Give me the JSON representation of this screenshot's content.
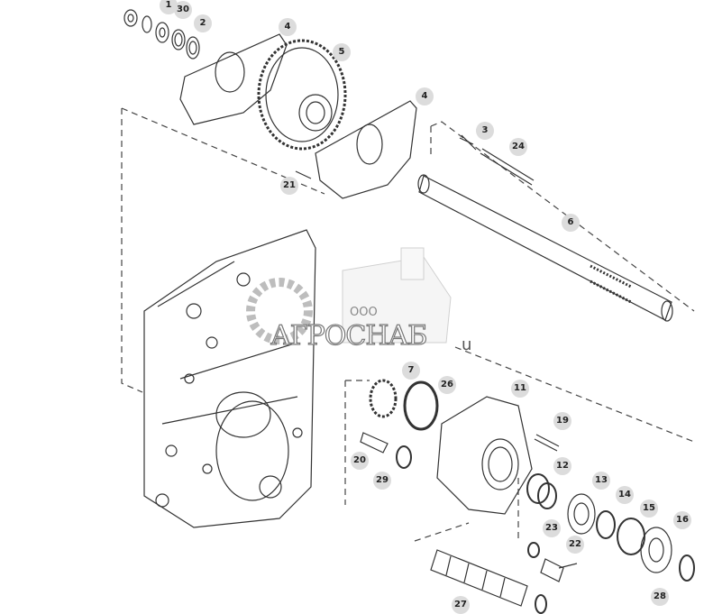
{
  "diagram": {
    "callouts": [
      "1",
      "30",
      "2",
      "4",
      "5",
      "4",
      "3",
      "24",
      "21",
      "6",
      "7",
      "26",
      "11",
      "19",
      "12",
      "20",
      "29",
      "13",
      "14",
      "15",
      "16",
      "23",
      "22",
      "27",
      "28"
    ]
  },
  "watermark": {
    "prefix": "ООО",
    "name": "АГРОСНАБ",
    "suffix": "u"
  },
  "colors": {
    "line": "#333333",
    "callout_bg": "#dcdcdc"
  }
}
